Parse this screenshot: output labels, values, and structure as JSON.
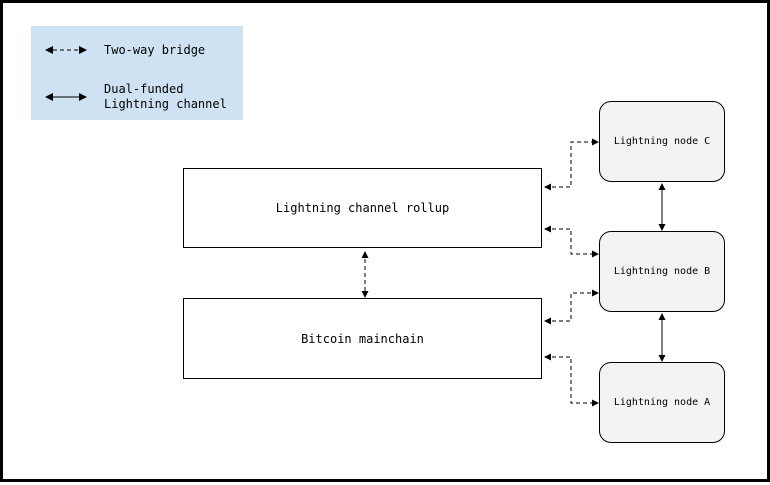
{
  "legend": {
    "bridge_label": "Two-way bridge",
    "channel_label": "Dual-funded\nLightning channel"
  },
  "nodes": {
    "rollup": "Lightning channel rollup",
    "mainchain": "Bitcoin mainchain",
    "node_c": "Lightning node C",
    "node_b": "Lightning node B",
    "node_a": "Lightning node A"
  },
  "colors": {
    "legend_bg": "#cfe2f3",
    "node_fill": "#f3f3f3",
    "stroke": "#000000"
  }
}
